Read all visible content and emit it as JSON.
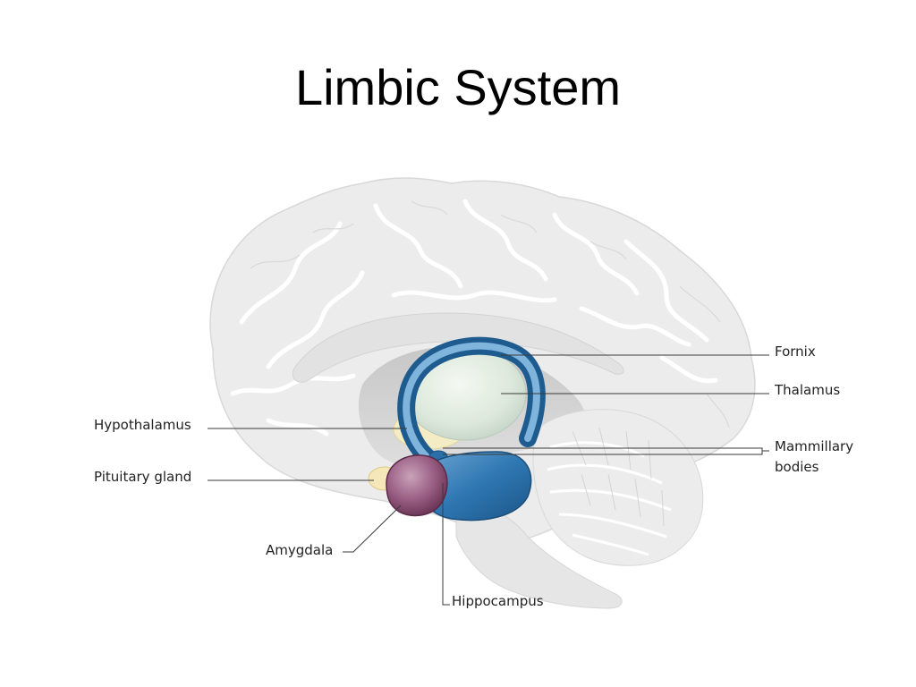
{
  "title": "Limbic System",
  "labels": {
    "fornix": "Fornix",
    "thalamus": "Thalamus",
    "hypothalamus": "Hypothalamus",
    "pituitary": "Pituitary gland",
    "mammillary_line1": "Mammillary",
    "mammillary_line2": "bodies",
    "amygdala": "Amygdala",
    "hippocampus": "Hippocampus"
  },
  "colors": {
    "brain": "#ececec",
    "brain_fold": "#ffffff",
    "fornix_hippocampus": "#2a6fa8",
    "thalamus": "#e4eee4",
    "amygdala": "#8b4e72",
    "hypothalamus": "#f3ecc4",
    "pituitary": "#f5e7b8"
  }
}
